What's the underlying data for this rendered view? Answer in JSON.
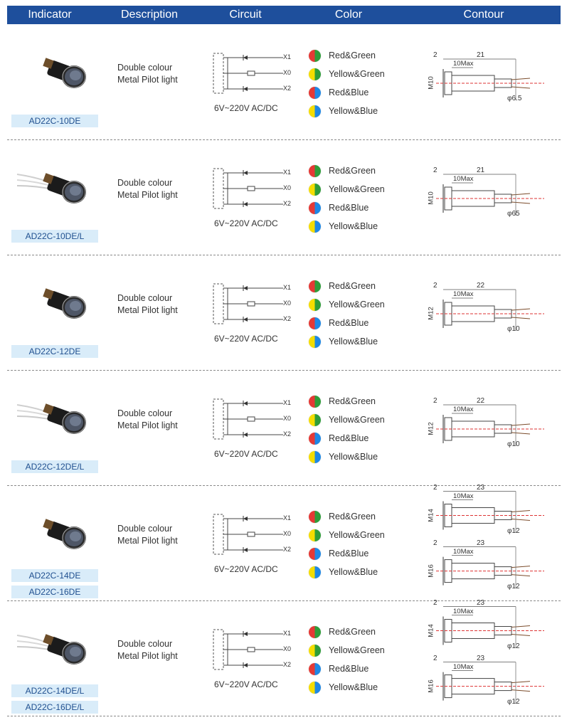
{
  "header": {
    "indicator": "Indicator",
    "description": "Description",
    "circuit": "Circuit",
    "color": "Color",
    "contour": "Contour"
  },
  "rows": [
    {
      "models": [
        "AD22C-10DE"
      ],
      "desc_line1": "Double colour",
      "desc_line2": "Metal Pilot light",
      "voltage": "6V~220V AC/DC",
      "terminals": [
        "X1",
        "X0",
        "X2"
      ],
      "colors": [
        "Red&Green",
        "Yellow&Green",
        "Red&Blue",
        "Yellow&Blue"
      ],
      "contour": {
        "head": "2",
        "length": "21",
        "max": "10Max",
        "thread": "M10",
        "dia": "φ6.5"
      }
    },
    {
      "models": [
        "AD22C-10DE/L"
      ],
      "desc_line1": "Double colour",
      "desc_line2": "Metal Pilot light",
      "voltage": "6V~220V AC/DC",
      "terminals": [
        "X1",
        "X0",
        "X2"
      ],
      "colors": [
        "Red&Green",
        "Yellow&Green",
        "Red&Blue",
        "Yellow&Blue"
      ],
      "contour": {
        "head": "2",
        "length": "21",
        "max": "10Max",
        "thread": "M10",
        "dia": "φ65"
      }
    },
    {
      "models": [
        "AD22C-12DE"
      ],
      "desc_line1": "Double colour",
      "desc_line2": "Metal Pilot light",
      "voltage": "6V~220V AC/DC",
      "terminals": [
        "X1",
        "X0",
        "X2"
      ],
      "colors": [
        "Red&Green",
        "Yellow&Green",
        "Red&Blue",
        "Yellow&Blue"
      ],
      "contour": {
        "head": "2",
        "length": "22",
        "max": "10Max",
        "thread": "M12",
        "dia": "φ10"
      }
    },
    {
      "models": [
        "AD22C-12DE/L"
      ],
      "desc_line1": "Double colour",
      "desc_line2": "Metal Pilot light",
      "voltage": "6V~220V AC/DC",
      "terminals": [
        "X1",
        "X0",
        "X2"
      ],
      "colors": [
        "Red&Green",
        "Yellow&Green",
        "Red&Blue",
        "Yellow&Blue"
      ],
      "contour": {
        "head": "2",
        "length": "22",
        "max": "10Max",
        "thread": "M12",
        "dia": "φ10"
      }
    },
    {
      "models": [
        "AD22C-14DE",
        "AD22C-16DE"
      ],
      "desc_line1": "Double colour",
      "desc_line2": "Metal Pilot light",
      "voltage": "6V~220V AC/DC",
      "terminals": [
        "X1",
        "X0",
        "X2"
      ],
      "colors": [
        "Red&Green",
        "Yellow&Green",
        "Red&Blue",
        "Yellow&Blue"
      ],
      "contour": {
        "head": "2",
        "length": "23",
        "max": "10Max",
        "thread": "M14",
        "dia": "φ12"
      },
      "contour2": {
        "head": "2",
        "length": "23",
        "max": "10Max",
        "thread": "M16",
        "dia": "φ12"
      }
    },
    {
      "models": [
        "AD22C-14DE/L",
        "AD22C-16DE/L"
      ],
      "desc_line1": "Double colour",
      "desc_line2": "Metal Pilot light",
      "voltage": "6V~220V AC/DC",
      "terminals": [
        "X1",
        "X0",
        "X2"
      ],
      "colors": [
        "Red&Green",
        "Yellow&Green",
        "Red&Blue",
        "Yellow&Blue"
      ],
      "contour": {
        "head": "2",
        "length": "23",
        "max": "10Max",
        "thread": "M14",
        "dia": "φ12"
      },
      "contour2": {
        "head": "2",
        "length": "23",
        "max": "10Max",
        "thread": "M16",
        "dia": "φ12"
      }
    }
  ],
  "color_swatches": {
    "Red&Green": [
      "#e53935",
      "#2e9d3a"
    ],
    "Yellow&Green": [
      "#f5dd00",
      "#2e9d3a"
    ],
    "Red&Blue": [
      "#e53935",
      "#1e88e5"
    ],
    "Yellow&Blue": [
      "#f5dd00",
      "#1e88e5"
    ]
  },
  "theme": {
    "header_bg": "#1e4f9c",
    "model_bg": "#d9ecf9",
    "model_text": "#1f4f8f"
  }
}
